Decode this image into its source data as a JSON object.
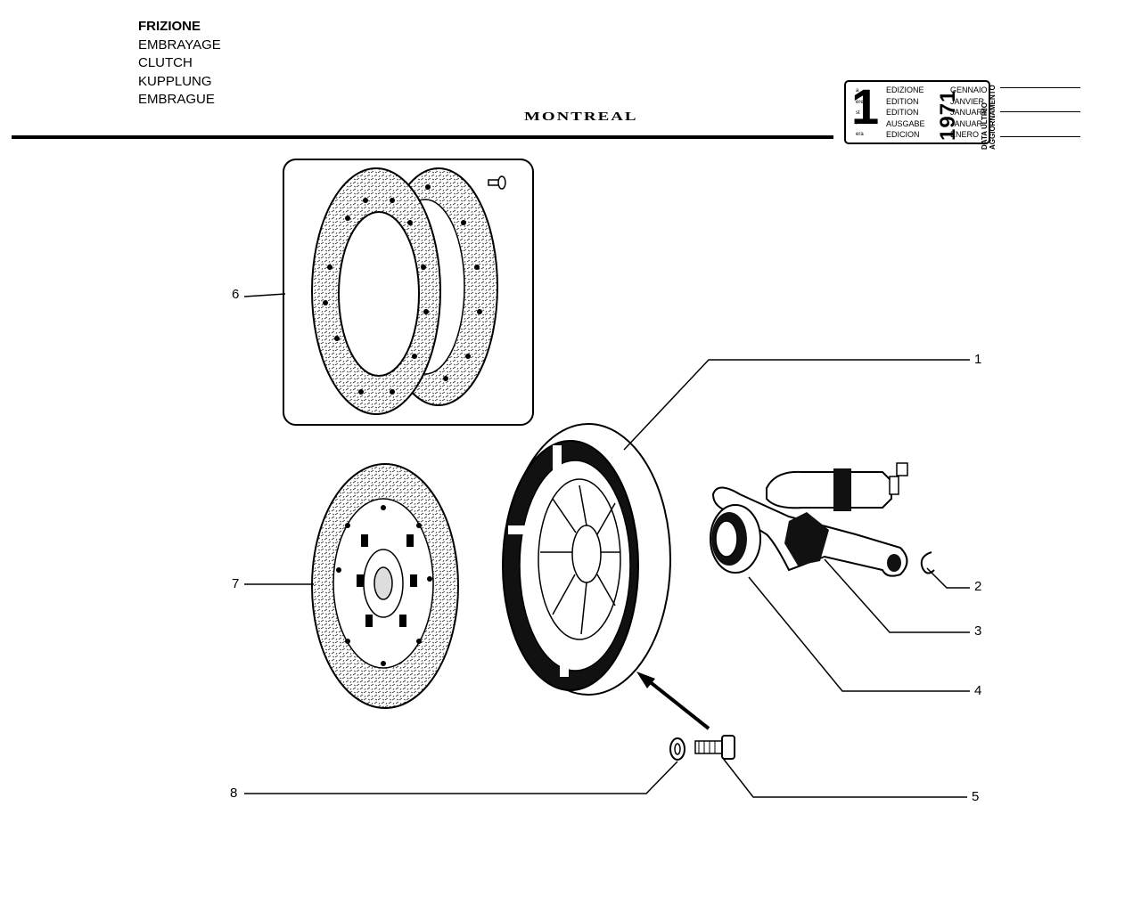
{
  "header": {
    "titles": [
      "FRIZIONE",
      "EMBRAYAGE",
      "CLUTCH",
      "KUPPLUNG",
      "EMBRAGUE"
    ],
    "brand": "MONTREAL"
  },
  "edition_box": {
    "number": "1",
    "suffixes": [
      "a",
      "ere",
      "st",
      ".",
      "era"
    ],
    "edition_labels": [
      "EDIZIONE",
      "EDITION",
      "EDITION",
      "AUSGABE",
      "EDICION"
    ],
    "year": "1971",
    "months": [
      "GENNAIO",
      "JANVIER",
      "JANUARY",
      "JANUAR",
      "ENERO"
    ],
    "update_label_1": "DATA ULTIMO",
    "update_label_2": "AGGIORNAMENTO"
  },
  "callouts": {
    "c1": "1",
    "c2": "2",
    "c3": "3",
    "c4": "4",
    "c5": "5",
    "c6": "6",
    "c7": "7",
    "c8": "8"
  }
}
